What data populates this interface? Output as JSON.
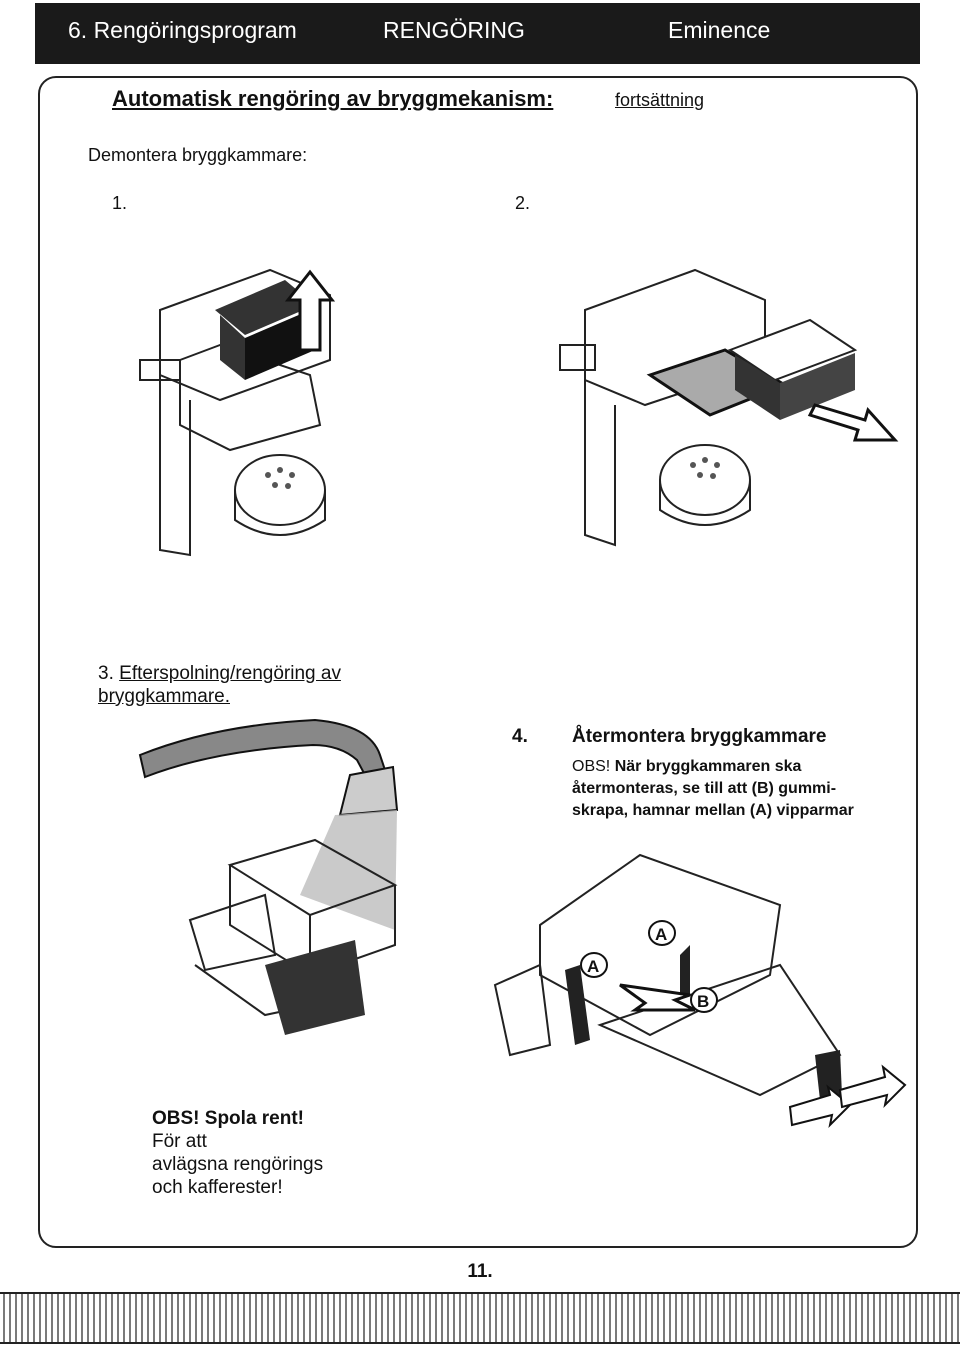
{
  "header": {
    "chapter": "6. Rengöringsprogram",
    "section": "RENGÖRING",
    "model": "Eminence"
  },
  "main": {
    "title": "Automatisk rengöring av bryggmekanism:",
    "continued": "fortsättning",
    "subtitle": "Demontera bryggkammare:",
    "step1": "1.",
    "step2": "2.",
    "step3_num": "3.",
    "step3_text": "Efterspolning/rengöring av bryggkammare.",
    "step4_num": "4.",
    "step4_text": "Återmontera bryggkammare",
    "step4_note_obs": "OBS!",
    "step4_note": "När bryggkammaren ska återmonteras, se till att (B) gummi-skrapa, hamnar mellan (A) vipparmar",
    "rinse_title": "OBS! Spola rent!",
    "rinse_line1": "För att",
    "rinse_line2": "avlägsna rengörings",
    "rinse_line3": "och kafferester!",
    "label_a": "A",
    "label_b": "B"
  },
  "footer": {
    "page_number": "11."
  }
}
